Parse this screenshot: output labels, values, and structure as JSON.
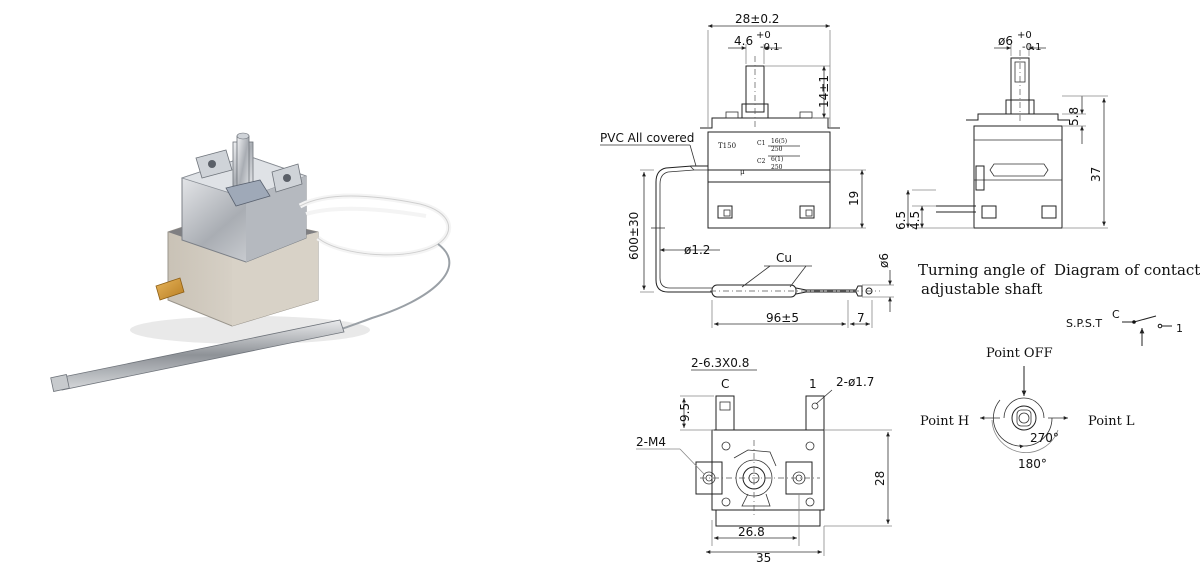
{
  "photo": {
    "caption": ""
  },
  "drawing": {
    "top_view": {
      "width_dim": "28±0.2",
      "shaft_dim": "4.6",
      "shaft_tol_plus": "+0",
      "shaft_tol_minus": "-0.1",
      "shaft_height": "14±1",
      "body_height": "19",
      "cover_label": "PVC All covered",
      "body_marking_model": "T150",
      "body_marking_c1": "C1",
      "body_marking_c2": "C2",
      "body_marking_r1a": "16(5)",
      "body_marking_r1b": "250",
      "body_marking_r2a": "6(1)",
      "body_marking_r2b": "250",
      "body_marking_mu": "μ",
      "capillary_length": "600±30",
      "capillary_dia": "ø1.2",
      "bulb_material": "Cu",
      "bulb_length": "96±5",
      "bulb_tip": "7",
      "bulb_dia": "ø6"
    },
    "side_view": {
      "shaft_dia": "ø6",
      "shaft_tol_plus": "+0",
      "shaft_tol_minus": "-0.1",
      "dim_top": "5.8",
      "dim_height": "37",
      "dim_a": "6.5",
      "dim_b": "4.5"
    },
    "bottom_view": {
      "terminals": "2-6.3X0.8",
      "terminal_c": "C",
      "terminal_1": "1",
      "holes": "2-ø1.7",
      "terminal_height": "9.5",
      "mount_thread": "2-M4",
      "height": "28",
      "hole_spacing": "26.8",
      "width": "35"
    },
    "notes": {
      "turning_angle_line1": "Turning angle of",
      "turning_angle_line2": "adjustable shaft",
      "contacts_title": "Diagram of contacts",
      "spst": "S.P.S.T",
      "contact_c": "C",
      "contact_1": "1",
      "point_off": "Point OFF",
      "point_h": "Point H",
      "point_l": "Point L",
      "angle_270": "270°",
      "angle_180": "180°"
    }
  }
}
